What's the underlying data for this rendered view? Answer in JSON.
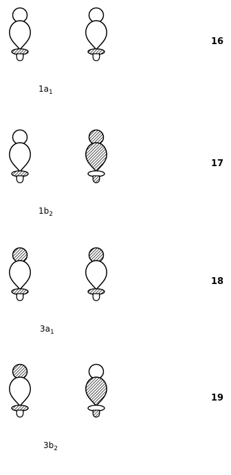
{
  "rows": [
    {
      "number": "16",
      "label": {
        "base": "1a",
        "sub": "1"
      },
      "left": {
        "top_circle": "open",
        "lobe": "open",
        "ring": "hatched",
        "small_lobe": "open"
      },
      "right": {
        "top_circle": "open",
        "lobe": "open",
        "ring": "hatched",
        "small_lobe": "open"
      }
    },
    {
      "number": "17",
      "label": {
        "base": "1b",
        "sub": "2"
      },
      "left": {
        "top_circle": "open",
        "lobe": "open",
        "ring": "hatched",
        "small_lobe": "open"
      },
      "right": {
        "top_circle": "hatched",
        "lobe": "hatched",
        "ring": "open",
        "small_lobe": "hatched"
      }
    },
    {
      "number": "18",
      "label": {
        "base": "3a",
        "sub": "1"
      },
      "left": {
        "top_circle": "hatched",
        "lobe": "open",
        "ring": "hatched",
        "small_lobe": "open"
      },
      "right": {
        "top_circle": "hatched",
        "lobe": "open",
        "ring": "hatched",
        "small_lobe": "open"
      }
    },
    {
      "number": "19",
      "label": {
        "base": "3b",
        "sub": "2"
      },
      "left": {
        "top_circle": "hatched",
        "lobe": "open",
        "ring": "hatched",
        "small_lobe": "open"
      },
      "right": {
        "top_circle": "open",
        "lobe": "hatched",
        "ring": "open",
        "small_lobe": "hatched"
      }
    }
  ]
}
